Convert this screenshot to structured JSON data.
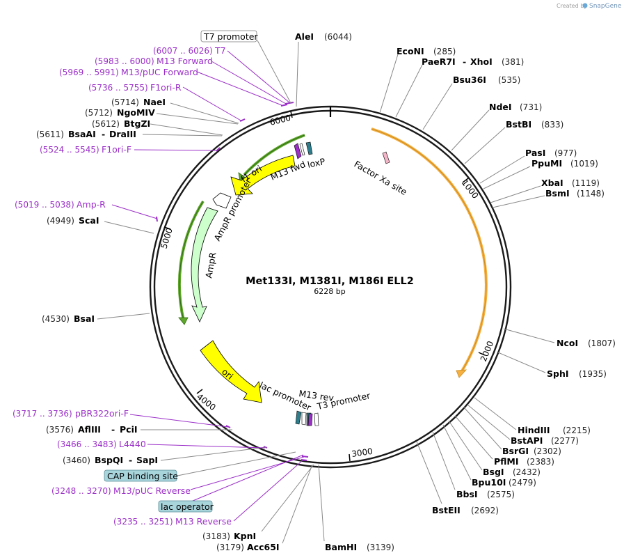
{
  "watermark": {
    "prefix": "Created by",
    "brand": "SnapGene"
  },
  "plasmid": {
    "name": "Met133I, M1381I, M186I ELL2",
    "size": 6228,
    "size_label": "6228 bp"
  },
  "ticks": [
    "1000",
    "2000",
    "3000",
    "4000",
    "5000",
    "6000"
  ],
  "enzymes": [
    {
      "name": "AleI",
      "pos": 6044
    },
    {
      "name": "EcoNI",
      "pos": 285
    },
    {
      "name": "PaeR7I",
      "pos": 381,
      "combo": "PaeR7I - XhoI",
      "suffix": "XhoI"
    },
    {
      "name": "Bsu36I",
      "pos": 535
    },
    {
      "name": "NdeI",
      "pos": 731
    },
    {
      "name": "BstBI",
      "pos": 833
    },
    {
      "name": "PasI",
      "pos": 977
    },
    {
      "name": "PpuMI",
      "pos": 1019
    },
    {
      "name": "XbaI",
      "pos": 1119
    },
    {
      "name": "BsmI",
      "pos": 1148
    },
    {
      "name": "NcoI",
      "pos": 1807
    },
    {
      "name": "SphI",
      "pos": 1935
    },
    {
      "name": "HindIII",
      "pos": 2215
    },
    {
      "name": "BstAPI",
      "pos": 2277
    },
    {
      "name": "BsrGI",
      "pos": 2302
    },
    {
      "name": "PflMI",
      "pos": 2383
    },
    {
      "name": "BsgI",
      "pos": 2432
    },
    {
      "name": "Bpu10I",
      "pos": 2479
    },
    {
      "name": "BbsI",
      "pos": 2575
    },
    {
      "name": "BstEII",
      "pos": 2692
    },
    {
      "name": "BamHI",
      "pos": 3139
    },
    {
      "name": "KpnI",
      "pos": 3183
    },
    {
      "name": "Acc65I",
      "pos": 3179
    },
    {
      "name": "BspQI",
      "pos": 3460,
      "suffix": "SapI"
    },
    {
      "name": "AflIII",
      "pos": 3576,
      "suffix": "PciI"
    },
    {
      "name": "BsaI",
      "pos": 4530
    },
    {
      "name": "ScaI",
      "pos": 4949
    },
    {
      "name": "BsaAI",
      "pos": 5611,
      "suffix": "DraIII"
    },
    {
      "name": "BtgZI",
      "pos": 5612
    },
    {
      "name": "NgoMIV",
      "pos": 5712
    },
    {
      "name": "NaeI",
      "pos": 5714
    }
  ],
  "primers": [
    {
      "name": "T7",
      "range": "(6007 .. 6026)"
    },
    {
      "name": "M13 Forward",
      "range": "(5983 .. 6000)"
    },
    {
      "name": "M13/pUC Forward",
      "range": "(5969 .. 5991)"
    },
    {
      "name": "F1ori-R",
      "range": "(5736 .. 5755)"
    },
    {
      "name": "F1ori-F",
      "range": "(5524 .. 5545)"
    },
    {
      "name": "Amp-R",
      "range": "(5019 .. 5038)"
    },
    {
      "name": "pBR322ori-F",
      "range": "(3717 .. 3736)"
    },
    {
      "name": "L4440",
      "range": "(3466 .. 3483)"
    },
    {
      "name": "M13/pUC Reverse",
      "range": "(3248 .. 3270)"
    },
    {
      "name": "M13 Reverse",
      "range": "(3235 .. 3251)"
    }
  ],
  "boxed_features": [
    {
      "name": "T7 promoter",
      "style": "plain"
    },
    {
      "name": "CAP binding site",
      "style": "teal"
    },
    {
      "name": "lac operator",
      "style": "teal"
    }
  ],
  "features": [
    {
      "name": "f1 ori",
      "color": "#FFFF00"
    },
    {
      "name": "M13 fwd"
    },
    {
      "name": "loxP"
    },
    {
      "name": "Factor Xa site"
    },
    {
      "name": "AmpR promoter"
    },
    {
      "name": "AmpR",
      "color": "#CCFFCC"
    },
    {
      "name": "ori",
      "color": "#FFFF00"
    },
    {
      "name": "lac promoter"
    },
    {
      "name": "M13 rev"
    },
    {
      "name": "T3 promoter"
    }
  ],
  "colors": {
    "orf_orange": "#F5B041",
    "orf_green": "#5FA62C",
    "primer": "#9B2FC8",
    "teal_box": "#A8D4DC",
    "loxp": "#2E7D8C"
  }
}
